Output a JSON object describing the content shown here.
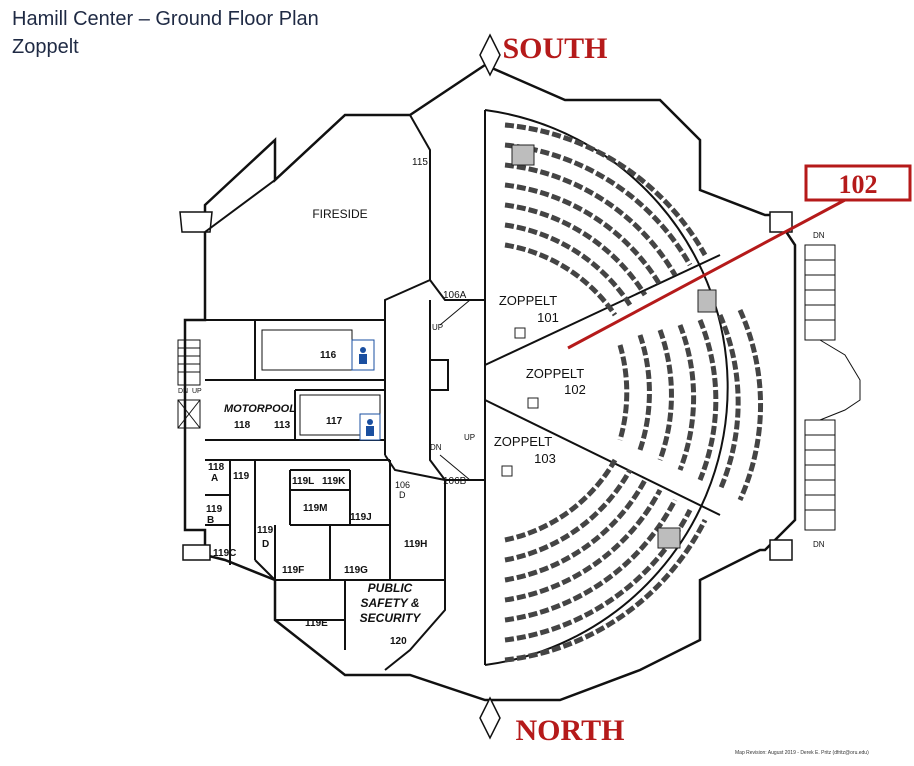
{
  "title": {
    "line1": "Hamill Center – Ground Floor Plan",
    "line2": "Zoppelt"
  },
  "compass": {
    "south": "SOUTH",
    "north": "NORTH"
  },
  "highlight": {
    "room": "102",
    "color": "#b51a1a"
  },
  "rooms": {
    "r115": "115",
    "fireside": "FIRESIDE",
    "r106a": "106A",
    "r106b": "106B",
    "r106d_a": "106",
    "r106d_b": "D",
    "zop101_a": "ZOPPELT",
    "zop101_b": "101",
    "zop102_a": "ZOPPELT",
    "zop102_b": "102",
    "zop103_a": "ZOPPELT",
    "zop103_b": "103",
    "r116": "116",
    "r117": "117",
    "motorpool": "MOTORPOOL",
    "r118": "118",
    "r113": "113",
    "r118a_a": "118",
    "r118a_b": "A",
    "r119": "119",
    "r119l": "119L",
    "r119k": "119K",
    "r119m": "119M",
    "r119j": "119J",
    "r119b_a": "119",
    "r119b_b": "B",
    "r119d_a": "119",
    "r119d_b": "D",
    "r119c": "119C",
    "r119f": "119F",
    "r119g": "119G",
    "r119h": "119H",
    "r119e": "119E",
    "r120": "120",
    "safety1": "PUBLIC",
    "safety2": "SAFETY &",
    "safety3": "SECURITY"
  },
  "stairs": {
    "up1": "UP",
    "dn1": "DN",
    "up2": "UP",
    "dn_left": "DN",
    "up_left": "UP",
    "dn_right_top": "DN",
    "dn_right_bottom": "DN"
  },
  "revision": "Map Revision: August 2019 - Derek E. Pritz (dfritz@oru.edu)"
}
